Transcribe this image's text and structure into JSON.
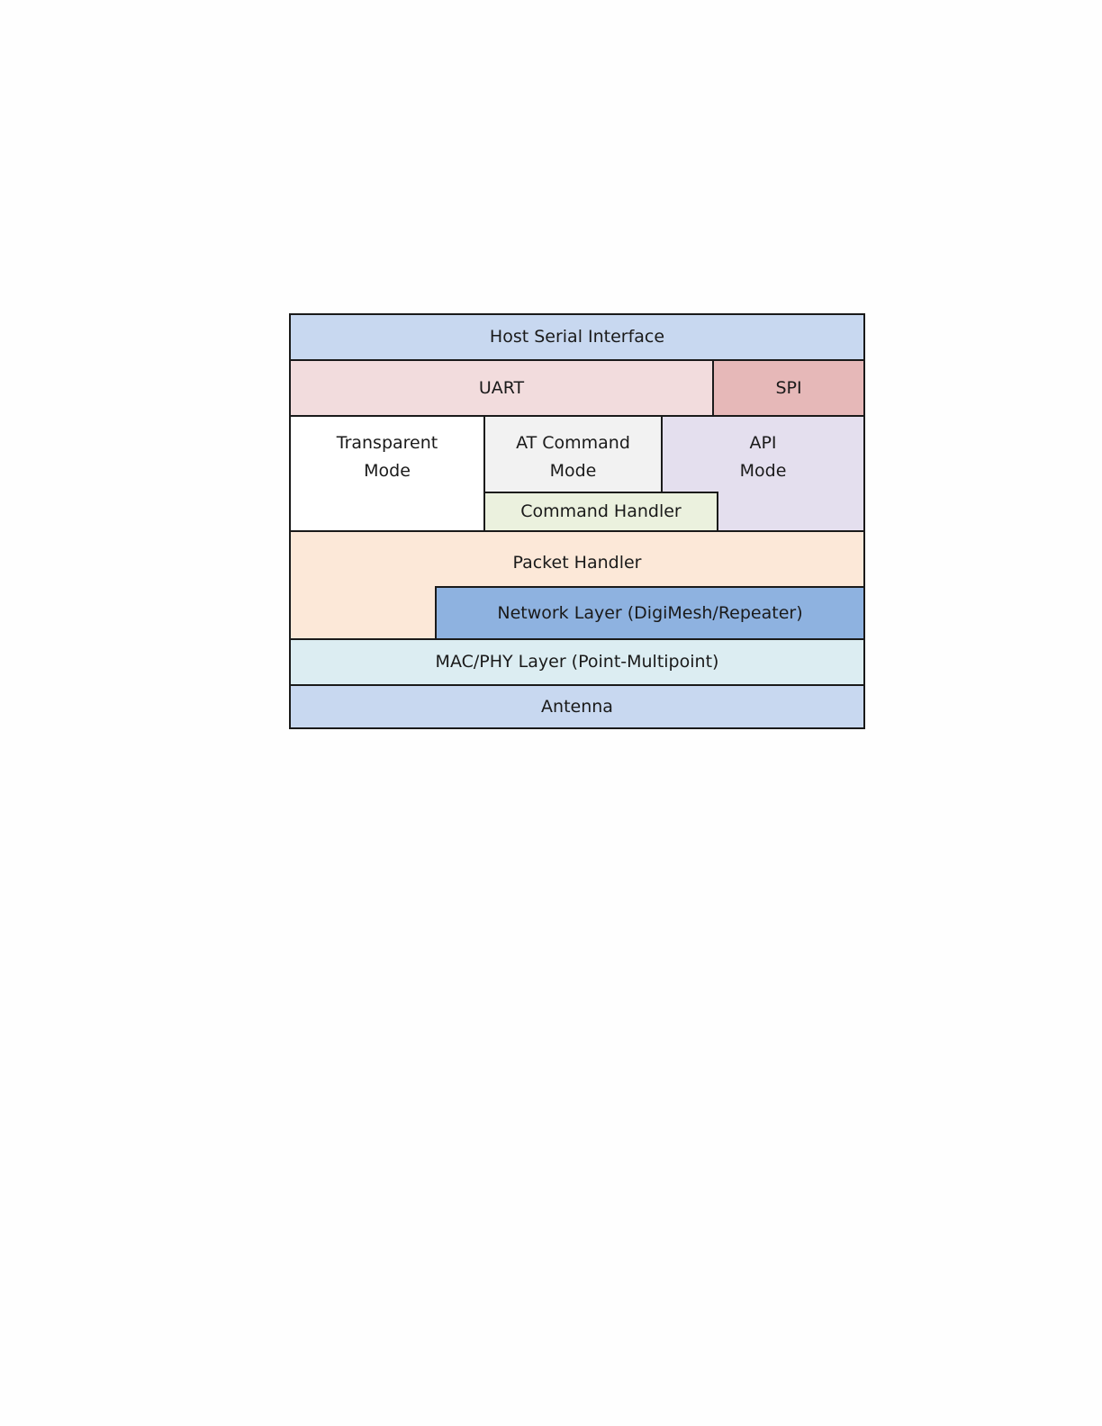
{
  "diagram": {
    "blocks": {
      "host_serial_interface": {
        "label": "Host Serial Interface",
        "color": "#c8d8f0"
      },
      "uart": {
        "label": "UART",
        "color": "#f2dcdd"
      },
      "spi": {
        "label": "SPI",
        "color": "#e6b8b8"
      },
      "transparent_mode": {
        "label": "Transparent\nMode",
        "color": "#ffffff"
      },
      "at_command_mode": {
        "label": "AT Command\nMode",
        "color": "#f2f2f2"
      },
      "api_mode": {
        "label": "API\nMode",
        "color": "#e4dfee"
      },
      "command_handler": {
        "label": "Command Handler",
        "color": "#ebf1de"
      },
      "packet_handler": {
        "label": "Packet Handler",
        "color": "#fce8d8"
      },
      "network_layer": {
        "label": "Network Layer (DigiMesh/Repeater)",
        "color": "#8eb2e0"
      },
      "mac_phy_layer": {
        "label": "MAC/PHY Layer (Point-Multipoint)",
        "color": "#dcedf2"
      },
      "antenna": {
        "label": "Antenna",
        "color": "#c8d8f0"
      }
    }
  }
}
